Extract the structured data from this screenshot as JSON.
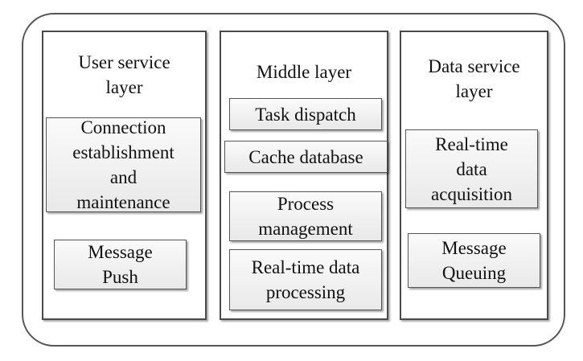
{
  "layers": {
    "user": {
      "title": "User service\nlayer",
      "boxes": {
        "connection": "Connection\nestablishment\nand\nmaintenance",
        "push": "Message\nPush"
      }
    },
    "middle": {
      "title": "Middle layer",
      "boxes": {
        "task": "Task dispatch",
        "cache": "Cache database",
        "process": "Process\nmanagement",
        "realtime": "Real-time data\nprocessing"
      }
    },
    "data": {
      "title": "Data service\nlayer",
      "boxes": {
        "acquisition": "Real-time\ndata\nacquisition",
        "queuing": "Message\nQueuing"
      }
    }
  }
}
